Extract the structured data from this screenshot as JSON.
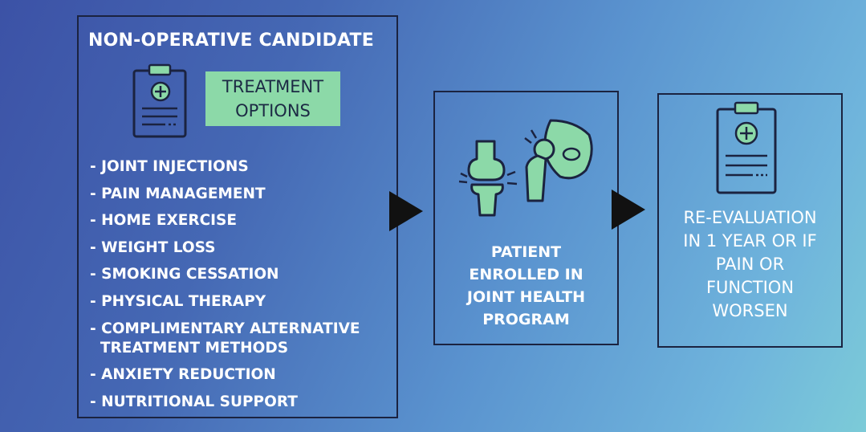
{
  "box1": {
    "title": "NON-OPERATIVE CANDIDATE",
    "badge_lines": [
      "TREATMENT",
      "OPTIONS"
    ],
    "options": [
      "- JOINT INJECTIONS",
      "- PAIN MANAGEMENT",
      "- HOME EXERCISE",
      "- WEIGHT LOSS",
      "- SMOKING CESSATION",
      "- PHYSICAL THERAPY",
      "- COMPLIMENTARY ALTERNATIVE\n  TREATMENT METHODS",
      "- ANXIETY REDUCTION",
      "- NUTRITIONAL SUPPORT"
    ]
  },
  "box2": {
    "caption_lines": [
      "PATIENT",
      "ENROLLED IN",
      "JOINT HEALTH",
      "PROGRAM"
    ]
  },
  "box3": {
    "caption_lines": [
      "RE-EVALUATION",
      "IN 1 YEAR OR IF",
      "PAIN OR",
      "FUNCTION",
      "WORSEN"
    ]
  },
  "colors": {
    "accent_green": "#8cd9a8",
    "border_dark": "#1b2340",
    "arrow": "#111111"
  },
  "icons": [
    "clipboard-icon",
    "knee-joint-icon",
    "hip-joint-icon",
    "clipboard-icon"
  ]
}
